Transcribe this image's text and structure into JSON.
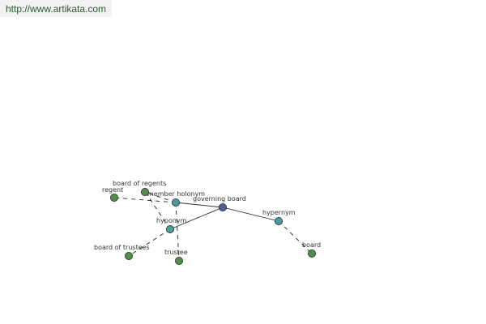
{
  "header": {
    "url": "http://www.artikata.com"
  },
  "graph": {
    "center": {
      "id": "center",
      "label": "governing board"
    },
    "relations": [
      {
        "id": "holonym",
        "label": "member holonym"
      },
      {
        "id": "hyponym",
        "label": "hyponym"
      },
      {
        "id": "hypernym",
        "label": "hypernym"
      }
    ],
    "leaves": [
      {
        "id": "regent",
        "label": "regent"
      },
      {
        "id": "regents",
        "label": "board of regents"
      },
      {
        "id": "trustees",
        "label": "board of trustees"
      },
      {
        "id": "trustee",
        "label": "trustee"
      },
      {
        "id": "board",
        "label": "board"
      }
    ],
    "colors": {
      "center": "#4a5ea0",
      "relation": "#4a9a9a",
      "leaf": "#4f8f4a",
      "stroke": "#2a2a2a",
      "edge": "#222222"
    }
  }
}
